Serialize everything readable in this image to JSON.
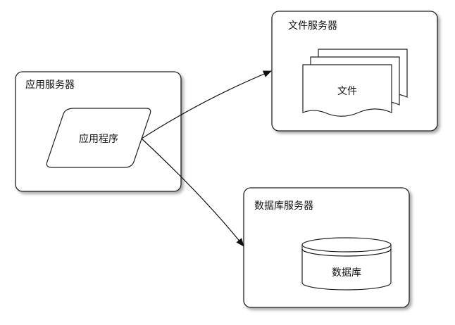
{
  "nodes": {
    "app_server": {
      "title": "应用服务器",
      "program_label": "应用程序"
    },
    "file_server": {
      "title": "文件服务器",
      "file_label": "文件"
    },
    "db_server": {
      "title": "数据库服务器",
      "db_label": "数据库"
    }
  },
  "edges": [
    {
      "from": "应用程序",
      "to": "文件服务器"
    },
    {
      "from": "应用程序",
      "to": "数据库服务器"
    }
  ]
}
